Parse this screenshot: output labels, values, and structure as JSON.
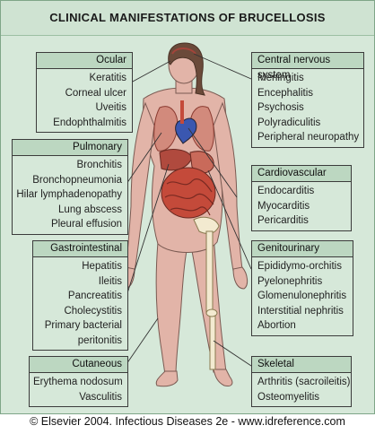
{
  "title": "CLINICAL MANIFESTATIONS OF BRUCELLOSIS",
  "boxes": {
    "ocular": {
      "header": "Ocular",
      "items": [
        "Keratitis",
        "Corneal ulcer",
        "Uveitis",
        "Endophthalmitis"
      ]
    },
    "pulmonary": {
      "header": "Pulmonary",
      "items": [
        "Bronchitis",
        "Bronchopneumonia",
        "Hilar lymphadenopathy",
        "Lung abscess",
        "Pleural effusion"
      ]
    },
    "gastrointestinal": {
      "header": "Gastrointestinal",
      "items": [
        "Hepatitis",
        "Ileitis",
        "Pancreatitis",
        "Cholecystitis",
        "Primary bacterial",
        "peritonitis"
      ]
    },
    "cutaneous": {
      "header": "Cutaneous",
      "items": [
        "Erythema nodosum",
        "Vasculitis"
      ]
    },
    "cns": {
      "header": "Central nervous system",
      "items": [
        "Meningitis",
        "Encephalitis",
        "Psychosis",
        "Polyradiculitis",
        "Peripheral neuropathy"
      ]
    },
    "cardiovascular": {
      "header": "Cardiovascular",
      "items": [
        "Endocarditis",
        "Myocarditis",
        "Pericarditis"
      ]
    },
    "genitourinary": {
      "header": "Genitourinary",
      "items": [
        "Epididymo-orchitis",
        "Pyelonephritis",
        "Glomenulonephritis",
        "Interstitial nephritis",
        "Abortion"
      ]
    },
    "skeletal": {
      "header": "Skeletal",
      "items": [
        "Arthritis (sacroileitis)",
        "Osteomyelitis"
      ]
    }
  },
  "caption": "© Elsevier 2004. Infectious Diseases 2e - www.idreference.com",
  "colors": {
    "background": "#d6e8d9",
    "header": "#bcd7c1",
    "skin": "#e2b4a8",
    "organs": "#c44a3a"
  }
}
